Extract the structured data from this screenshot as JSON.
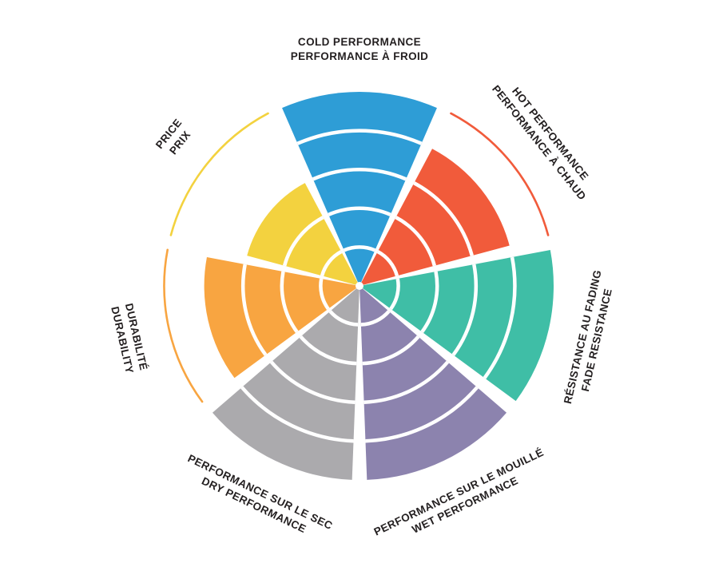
{
  "page": {
    "background_color": "#FFFFFF"
  },
  "chart_data": {
    "type": "pie",
    "variant": "radial-rating-wheel",
    "description": "Seven-sector circular rating wheel; each sector filled from center to its rating level out of 5, with white concentric ring dividers and a thin colored arc marking the maximum level on under-filled sectors.",
    "levels": 5,
    "sector_count": 7,
    "direction": "clockwise",
    "start_at": "top",
    "ring_color": "#FFFFFF",
    "label_color": "#231F20",
    "background": "#FFFFFF",
    "legend_position": "none",
    "grid": "concentric-rings",
    "categories": [
      {
        "id": "cold-performance",
        "lines": [
          "COLD PERFORMANCE",
          "PERFORMANCE À FROID"
        ],
        "value": 5,
        "color": "#2E9DD6"
      },
      {
        "id": "hot-performance",
        "lines": [
          "HOT PERFORMANCE",
          "PERFORMANCE À CHAUD"
        ],
        "value": 4,
        "color": "#F15B3B"
      },
      {
        "id": "fade-resistance",
        "lines": [
          "RÉSISTANCE AU FADING",
          "FADE RESISTANCE"
        ],
        "value": 5,
        "color": "#3FBEA6"
      },
      {
        "id": "wet-performance",
        "lines": [
          "PERFORMANCE SUR LE MOUILLÉ",
          "WET PERFORMANCE"
        ],
        "value": 5,
        "color": "#8C83AE"
      },
      {
        "id": "dry-performance",
        "lines": [
          "PERFORMANCE SUR LE SEC",
          "DRY PERFORMANCE"
        ],
        "value": 5,
        "color": "#ABAAAD"
      },
      {
        "id": "durability",
        "lines": [
          "DURABILITÉ",
          "DURABILITY"
        ],
        "value": 4,
        "color": "#F8A541"
      },
      {
        "id": "price",
        "lines": [
          "PRICE",
          "PRIX"
        ],
        "value": 3,
        "color": "#F3D23F"
      }
    ]
  }
}
